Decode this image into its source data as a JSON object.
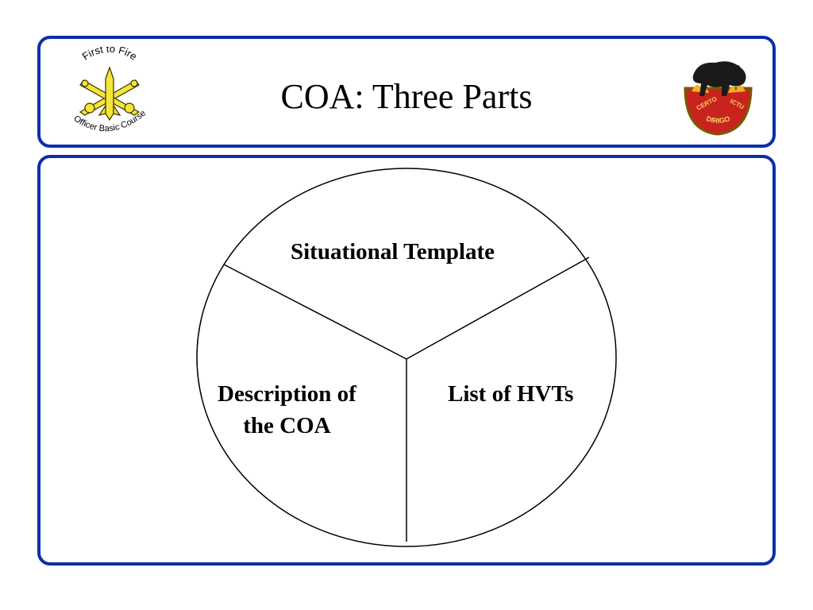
{
  "header": {
    "title": "COA: Three Parts",
    "left_logo": {
      "icon": "crossed-cannons-missile-insignia-icon",
      "top_text": "First to Fire",
      "bottom_text": "Officer Basic Course",
      "color": "#f5e637"
    },
    "right_logo": {
      "icon": "bear-crest-insignia-icon",
      "motto_left": "CERTO",
      "motto_right": "ICTU",
      "motto_bottom": "DIRIGO",
      "color": "#c8231e"
    }
  },
  "diagram": {
    "type": "three-part circle",
    "segments": {
      "top": "Situational Template",
      "left_line1": "Description of",
      "left_line2": "the COA",
      "right": "List of HVTs"
    }
  },
  "colors": {
    "border": "#0a2fa8",
    "background": "#ffffff",
    "text": "#000000"
  }
}
